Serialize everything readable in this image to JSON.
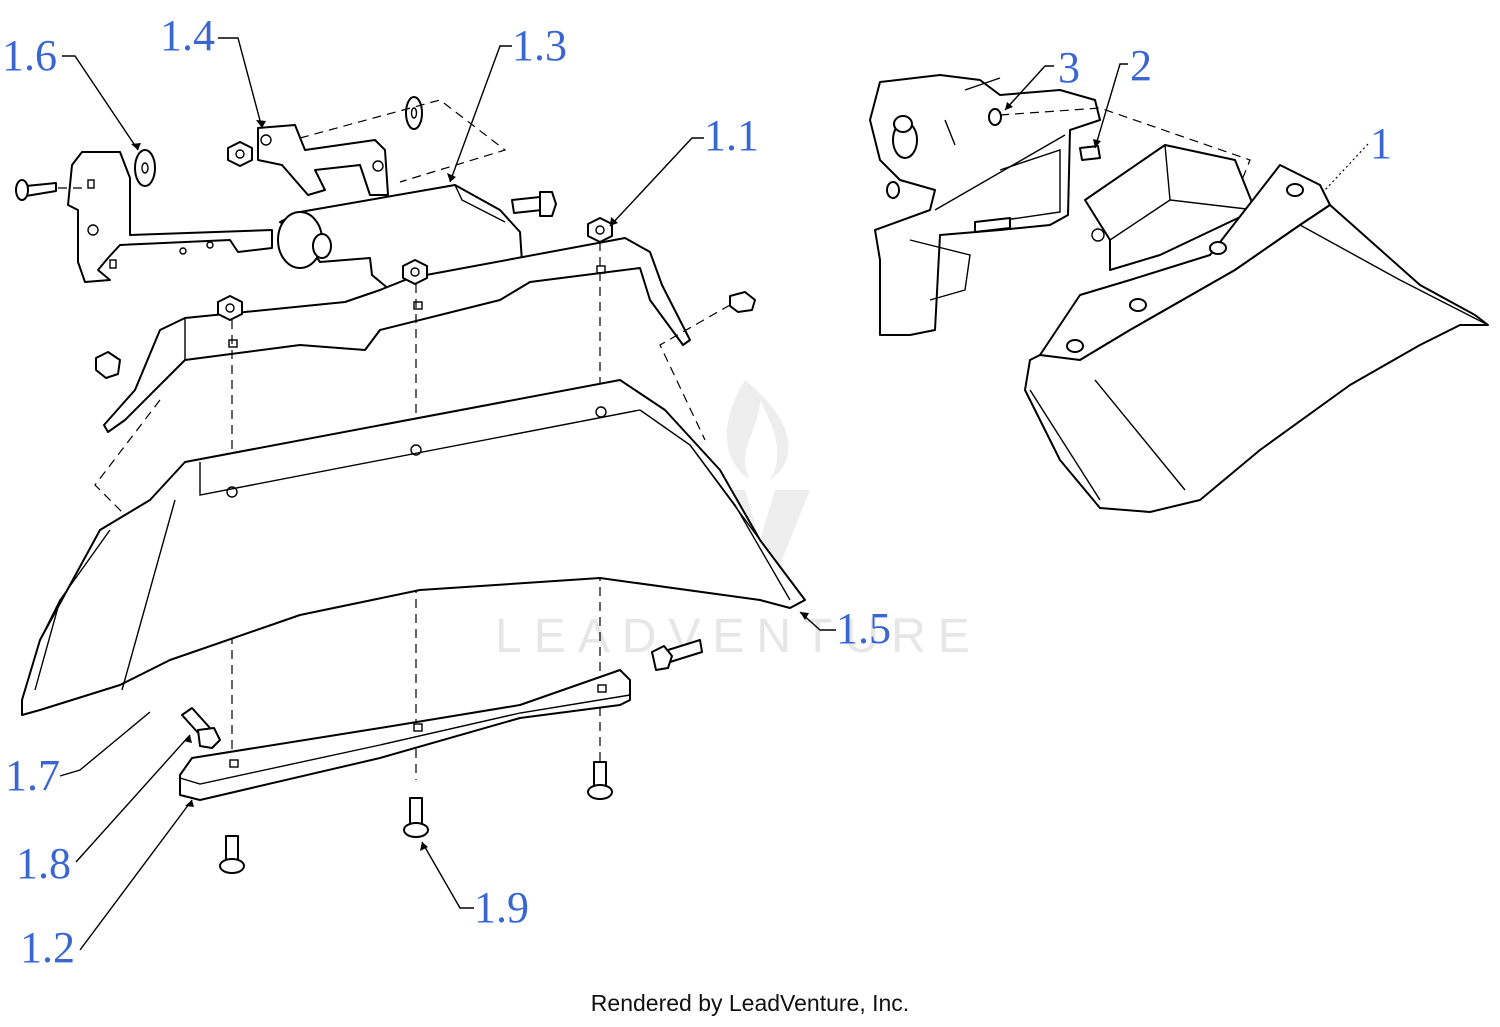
{
  "callouts": {
    "c1": "1",
    "c1_1": "1.1",
    "c1_2": "1.2",
    "c1_3": "1.3",
    "c1_4": "1.4",
    "c1_5": "1.5",
    "c1_6": "1.6",
    "c1_7": "1.7",
    "c1_8": "1.8",
    "c1_9": "1.9",
    "c2": "2",
    "c3": "3"
  },
  "watermark": {
    "text": "LEADVENTURE"
  },
  "footer": {
    "text": "Rendered by LeadVenture, Inc."
  },
  "colors": {
    "callout": "#3a66d1",
    "line": "#000000",
    "watermark": "#e6e6e6"
  }
}
